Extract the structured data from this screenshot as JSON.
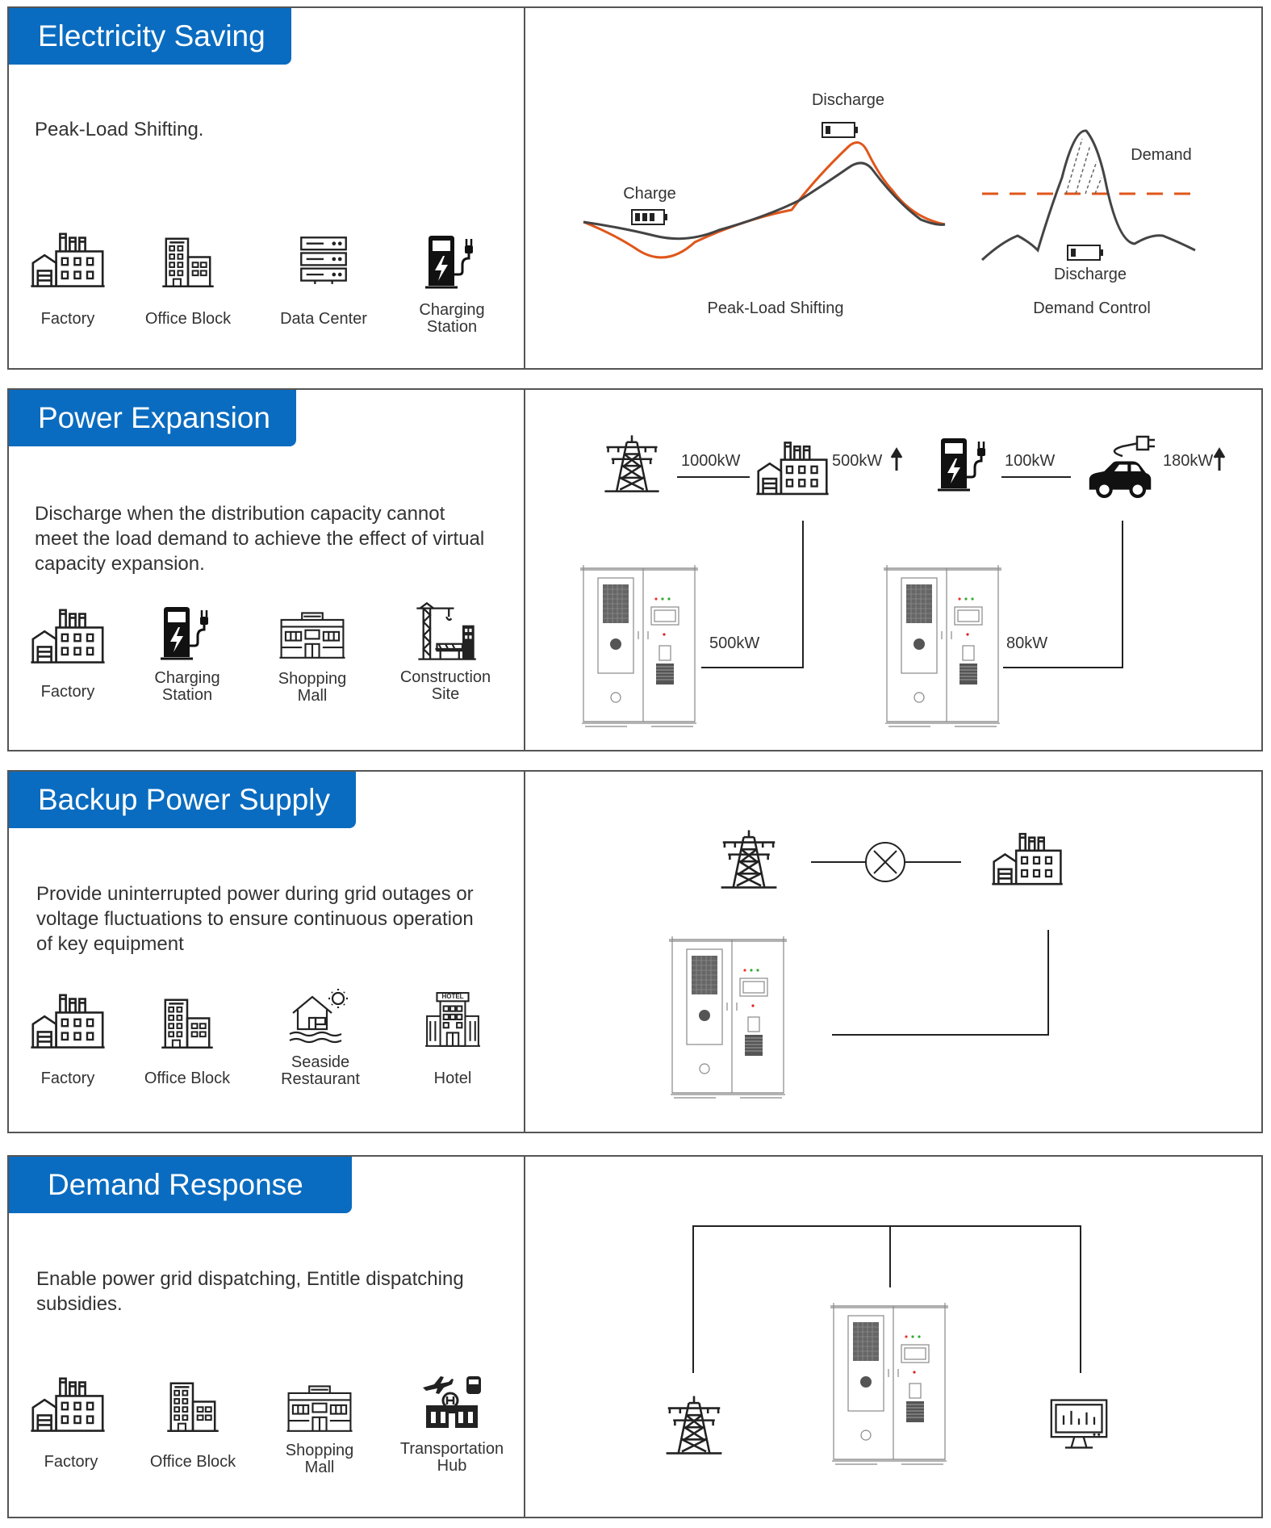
{
  "sections": [
    {
      "title": "Electricity Saving",
      "description": "Peak-Load Shifting.",
      "icons": [
        {
          "icon": "factory-icon",
          "label": "Factory"
        },
        {
          "icon": "office-block-icon",
          "label": "Office Block"
        },
        {
          "icon": "data-center-icon",
          "label": "Data Center"
        },
        {
          "icon": "charging-station-icon",
          "label": "Charging Station"
        }
      ],
      "diagram": {
        "peak": {
          "charge": "Charge",
          "discharge": "Discharge",
          "caption": "Peak-Load Shifting"
        },
        "demand": {
          "demand": "Demand",
          "discharge": "Discharge",
          "caption": "Demand Control"
        }
      }
    },
    {
      "title": "Power Expansion",
      "description": "Discharge when the distribution capacity cannot meet the load demand to achieve the effect of virtual capacity expansion.",
      "icons": [
        {
          "icon": "factory-icon",
          "label": "Factory"
        },
        {
          "icon": "charging-station-icon",
          "label": "Charging Station"
        },
        {
          "icon": "shopping-mall-icon",
          "label": "Shopping Mall"
        },
        {
          "icon": "construction-site-icon",
          "label": "Construction Site"
        }
      ],
      "diagram": {
        "grid_capacity": "1000kW",
        "factory_load": "500kW",
        "charger_capacity": "100kW",
        "ev_load": "180kW",
        "storage_output_1": "500kW",
        "storage_output_2": "80kW"
      }
    },
    {
      "title": "Backup Power Supply",
      "description": "Provide uninterrupted power during grid outages or voltage fluctuations to ensure continuous operation of key equipment",
      "icons": [
        {
          "icon": "factory-icon",
          "label": "Factory"
        },
        {
          "icon": "office-block-icon",
          "label": "Office Block"
        },
        {
          "icon": "seaside-restaurant-icon",
          "label": "Seaside Restaurant"
        },
        {
          "icon": "hotel-icon",
          "label": "Hotel"
        }
      ],
      "hotel_sign": "HOTEL"
    },
    {
      "title": "Demand Response",
      "description": "Enable power grid dispatching, Entitle dispatching subsidies.",
      "icons": [
        {
          "icon": "factory-icon",
          "label": "Factory"
        },
        {
          "icon": "office-block-icon",
          "label": "Office Block"
        },
        {
          "icon": "shopping-mall-icon",
          "label": "Shopping Mall"
        },
        {
          "icon": "transportation-hub-icon",
          "label": "Transportation Hub"
        }
      ]
    }
  ],
  "colors": {
    "tab": "#0a6cc0",
    "accent": "#e0561a",
    "line": "#222222"
  }
}
